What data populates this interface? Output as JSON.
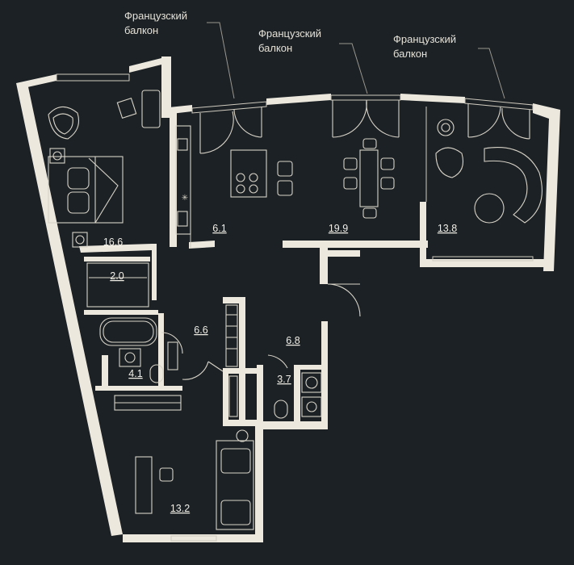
{
  "balcony_labels": [
    {
      "line1": "Французский",
      "line2": "балкон"
    },
    {
      "line1": "Французский",
      "line2": "балкон"
    },
    {
      "line1": "Французский",
      "line2": "балкон"
    }
  ],
  "rooms": {
    "bedroom": "16.6",
    "kitchen": "6.1",
    "living": "19.9",
    "lounge": "13.8",
    "closet": "2.0",
    "hall": "6.6",
    "bath": "4.1",
    "entry": "6.8",
    "wc": "3.7",
    "study": "13.2"
  },
  "colors": {
    "background": "#1b2125",
    "walls": "#ece8de",
    "lines": "#d8d3c7"
  }
}
